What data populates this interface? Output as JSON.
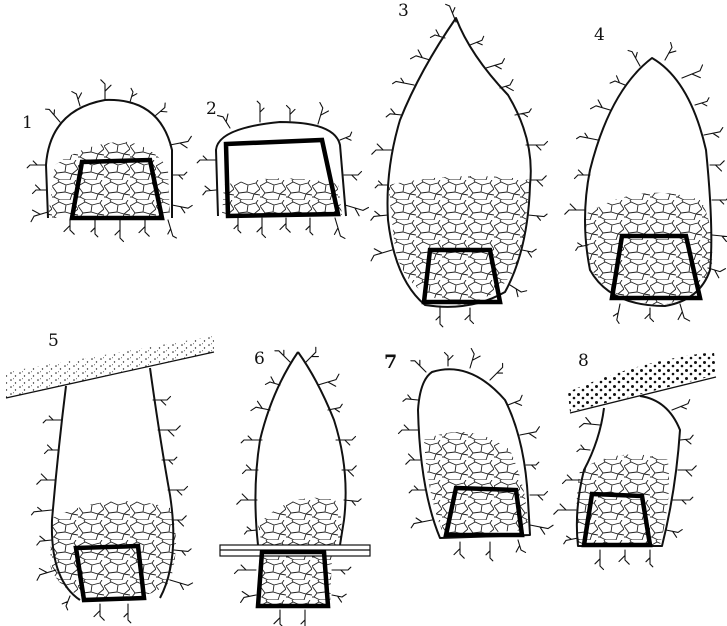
{
  "panels": [
    {
      "label": "1"
    },
    {
      "label": "2"
    },
    {
      "label": "3"
    },
    {
      "label": "4"
    },
    {
      "label": "5"
    },
    {
      "label": "6"
    },
    {
      "label": "7"
    },
    {
      "label": "8"
    }
  ]
}
